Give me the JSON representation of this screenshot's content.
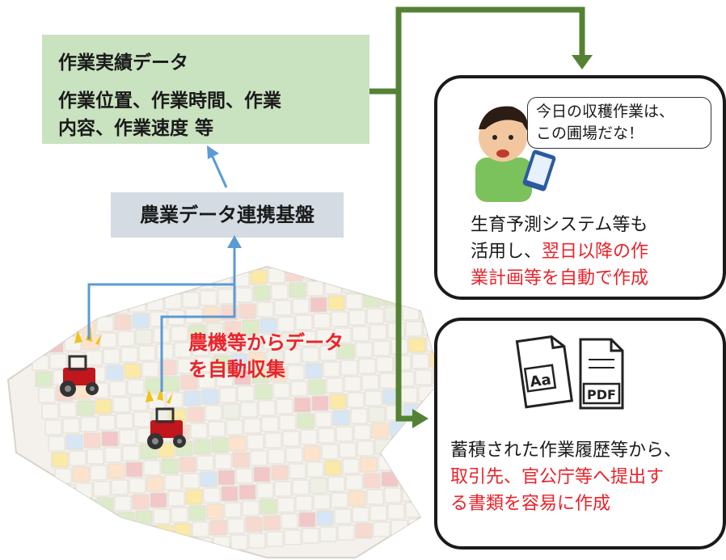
{
  "record": {
    "title": "作業実績データ",
    "line1": "作業位置、作業時間、作業",
    "line2": "内容、作業速度 等"
  },
  "platform": {
    "label": "農業データ連携基盤"
  },
  "collect": {
    "line1": "農機等からデータ",
    "line2": "を自動収集"
  },
  "plan_panel": {
    "bubble_line1": "今日の収穫作業は、",
    "bubble_line2": "この圃場だな！",
    "text_line1": "生育予測システム等も",
    "text_line2_a": "活用し、",
    "text_line2_b": "翌日以降の作",
    "text_line3": "業計画等を自動で作成"
  },
  "docs_panel": {
    "icon_a_label": "Aa",
    "icon_b_label": "PDF",
    "text_line1": "蓄積された作業履歴等から、",
    "text_line2": "取引先、官公庁等へ提出す",
    "text_line3": "る書類を容易に作成"
  },
  "colors": {
    "green_arrow": "#548235",
    "blue_arrow": "#5b9bd5",
    "record_fill": "#c9e2bf",
    "platform_fill": "#d4dbe3",
    "accent_red": "#e8232b"
  }
}
